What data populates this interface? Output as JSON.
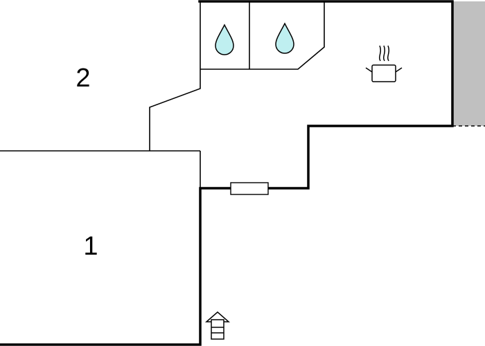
{
  "rooms": [
    {
      "id": "room-1",
      "label": "1"
    },
    {
      "id": "room-2",
      "label": "2"
    }
  ],
  "icons": {
    "water_drop": "water-drop-icon",
    "cooking_pot": "cooking-pot-icon",
    "entrance": "entrance-icon"
  },
  "colors": {
    "wall": "#000000",
    "background": "#ffffff",
    "water": "#bfeff0",
    "adjacent_area": "#c0c0c0"
  }
}
